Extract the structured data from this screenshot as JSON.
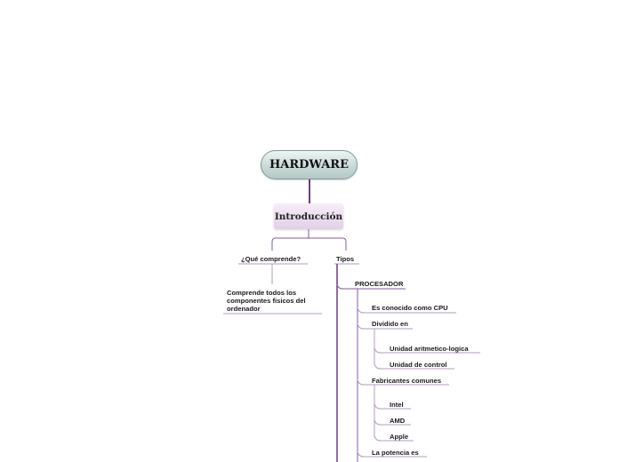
{
  "map": {
    "root": "HARDWARE",
    "intro": "Introducción",
    "branch_left": {
      "title": "¿Qué comprende?",
      "child": "Comprende todos los componentes fisicos del ordenador"
    },
    "branch_right": {
      "title": "Tipos",
      "procesador": {
        "title": "PROCESADOR",
        "conocido": "Es conocido como CPU",
        "dividido": "Dividido en",
        "dividido_items": [
          "Unidad aritmetico-logica",
          "Unidad de control"
        ],
        "fabricantes": "Fabricantes comunes",
        "fabricantes_items": [
          "Intel",
          "AMD",
          "Apple"
        ],
        "potencia": "La potencia es"
      }
    }
  },
  "colors": {
    "line": "#8a5a9c",
    "underline": "#b59bc0",
    "connector": "#6b3d80"
  }
}
